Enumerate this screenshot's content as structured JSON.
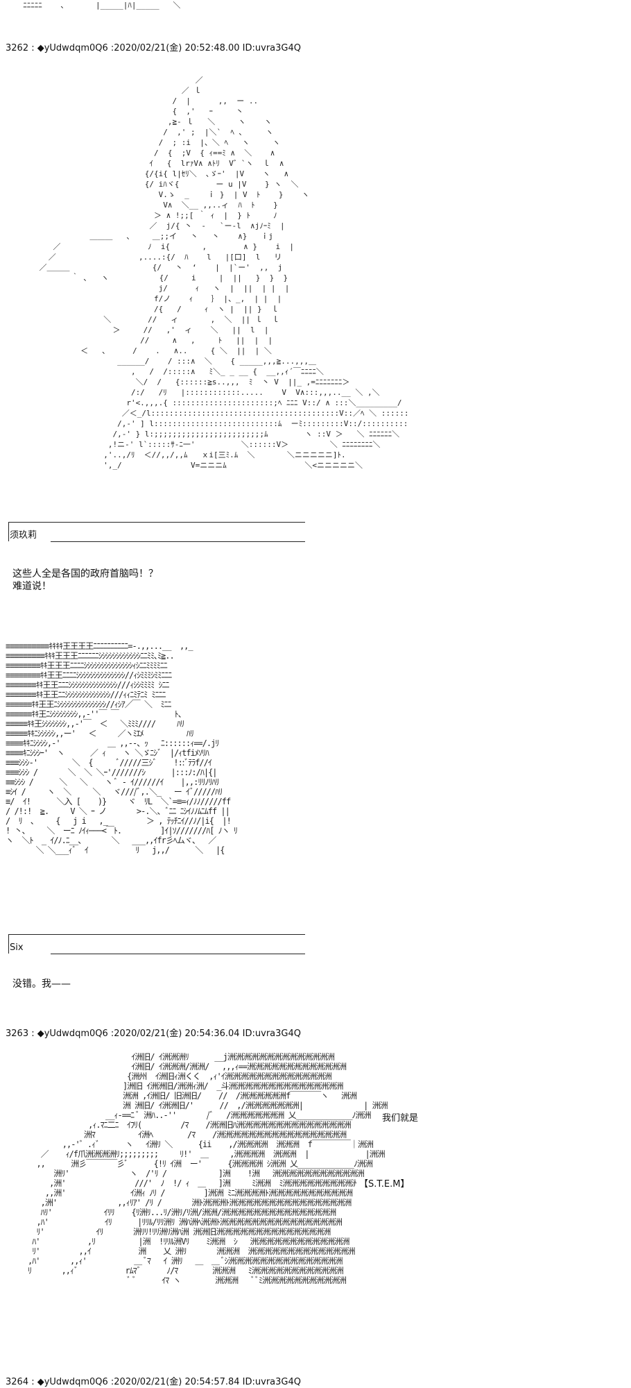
{
  "posts": [
    {
      "header": "3262 : ◆yUdwdqm0Q6 :2020/02/21(金) 20:52:48.00 ID:uvra3G4Q",
      "panels": [
        {
          "speaker": "须玖莉",
          "lines": [
            "这些人全是各国的政府首脑吗！？",
            "难道说！"
          ]
        },
        {
          "speaker": "Six",
          "lines": [
            "没错。我——"
          ]
        }
      ]
    },
    {
      "header": "3263 : ◆yUdwdqm0Q6 :2020/02/21(金) 20:54:36.04 ID:uvra3G4Q",
      "bubbles": [
        "我们就是",
        "【S.T.E.M】"
      ]
    },
    {
      "header": "3264 : ◆yUdwdqm0Q6 :2020/02/21(金) 20:54:57.84 ID:uvra3G4Q"
    }
  ]
}
